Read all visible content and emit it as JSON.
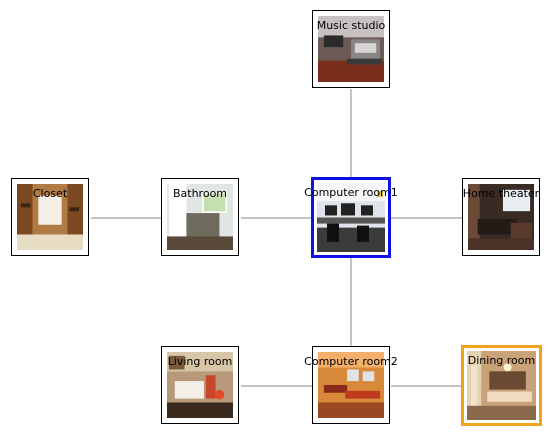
{
  "rooms": {
    "music": {
      "label": "Music studio",
      "icon": "music-studio-photo"
    },
    "closet": {
      "label": "Closet",
      "icon": "closet-photo"
    },
    "bathroom": {
      "label": "Bathroom",
      "icon": "bathroom-photo"
    },
    "computer1": {
      "label": "Computer room1",
      "icon": "computer-room-photo",
      "highlight": "#1010e6"
    },
    "theater": {
      "label": "Home theater",
      "icon": "home-theater-photo"
    },
    "living": {
      "label": "Living room",
      "icon": "living-room-photo"
    },
    "computer2": {
      "label": "Computer room2",
      "icon": "computer-room-photo"
    },
    "dining": {
      "label": "Dining room",
      "icon": "dining-room-photo",
      "highlight": "#f2a21c"
    }
  },
  "edge_color": "#888888"
}
